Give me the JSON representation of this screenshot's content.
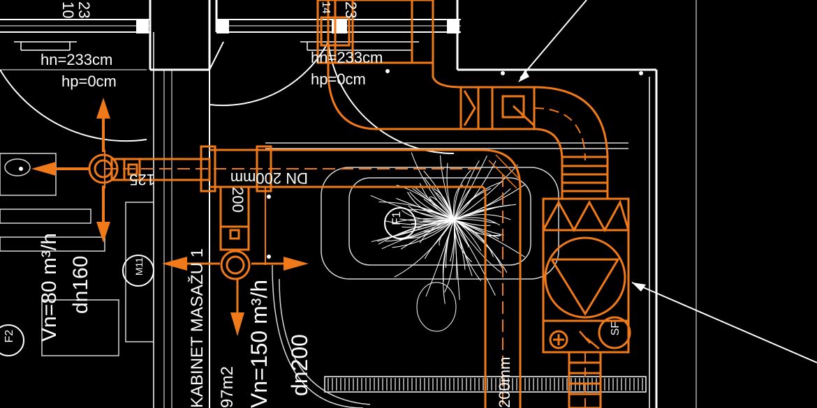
{
  "colors": {
    "background": "#000000",
    "structure": "#ffffff",
    "ventilation": "#f07a1a",
    "furniture": "#d9d9d9"
  },
  "labels": {
    "top_left_digits": "10",
    "top_left_digits_2": "23",
    "top_mid_digits": "23",
    "top_mid_digits_small": "14",
    "hn_left": "hn=233cm",
    "hp_left": "hp=0cm",
    "hn_right": "hn=233cm",
    "hp_right": "hp=0cm",
    "duct_main": "DN 200mm",
    "duct_125": "125",
    "duct_200": "200",
    "vertical_duct": "200mm",
    "tag_f1": "F1",
    "tag_m11": "M11",
    "tag_f2": "F2",
    "tag_sf": "SF",
    "vn_flow": "Vn=80 m³/h",
    "dn_160": "dn160",
    "room_name": "KABINET MASAŽU 1",
    "room_area": "97m2",
    "flow_150": "Vn=150 m³/h",
    "dn_200": "dn200"
  }
}
